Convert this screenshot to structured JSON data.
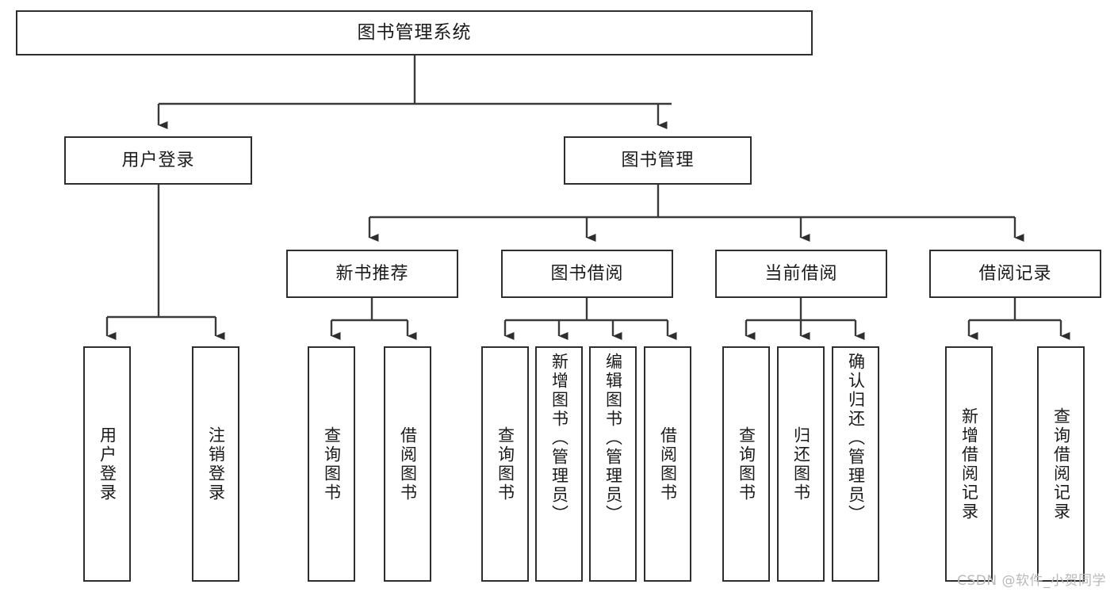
{
  "diagram": {
    "title": "图书管理系统",
    "type": "tree-hierarchy-chart",
    "watermark": "CSDN @软件_小贺同学",
    "colors": {
      "background": "#ffffff",
      "box_border": "#2e2e2e",
      "box_fill": "#ffffff",
      "connector": "#3a3a3a",
      "text": "#1a1a1a",
      "watermark": "#b9b9b9"
    },
    "levels": {
      "root": {
        "label": "图书管理系统"
      },
      "level1": [
        {
          "id": "user-login",
          "label": "用户登录"
        },
        {
          "id": "book-manage",
          "label": "图书管理"
        }
      ],
      "level2": [
        {
          "id": "new-book-recommend",
          "label": "新书推荐",
          "parent": "book-manage"
        },
        {
          "id": "book-borrow",
          "label": "图书借阅",
          "parent": "book-manage"
        },
        {
          "id": "current-borrow",
          "label": "当前借阅",
          "parent": "book-manage"
        },
        {
          "id": "borrow-record",
          "label": "借阅记录",
          "parent": "book-manage"
        }
      ],
      "leaves": [
        {
          "id": "leaf-user-login",
          "label": "用户登录",
          "parent": "user-login"
        },
        {
          "id": "leaf-logout",
          "label": "注销登录",
          "parent": "user-login"
        },
        {
          "id": "leaf-query-book-1",
          "label": "查询图书",
          "parent": "new-book-recommend"
        },
        {
          "id": "leaf-borrow-book-1",
          "label": "借阅图书",
          "parent": "new-book-recommend"
        },
        {
          "id": "leaf-query-book-2",
          "label": "查询图书",
          "parent": "book-borrow"
        },
        {
          "id": "leaf-add-book",
          "label": "新增图书（管理员）",
          "parent": "book-borrow"
        },
        {
          "id": "leaf-edit-book",
          "label": "编辑图书（管理员）",
          "parent": "book-borrow"
        },
        {
          "id": "leaf-borrow-book-2",
          "label": "借阅图书",
          "parent": "book-borrow"
        },
        {
          "id": "leaf-query-book-3",
          "label": "查询图书",
          "parent": "current-borrow"
        },
        {
          "id": "leaf-return-book",
          "label": "归还图书",
          "parent": "current-borrow"
        },
        {
          "id": "leaf-confirm-return",
          "label": "确认归还（管理员）",
          "parent": "current-borrow"
        },
        {
          "id": "leaf-add-record",
          "label": "新增借阅记录",
          "parent": "borrow-record"
        },
        {
          "id": "leaf-query-record",
          "label": "查询借阅记录",
          "parent": "borrow-record"
        }
      ]
    }
  }
}
